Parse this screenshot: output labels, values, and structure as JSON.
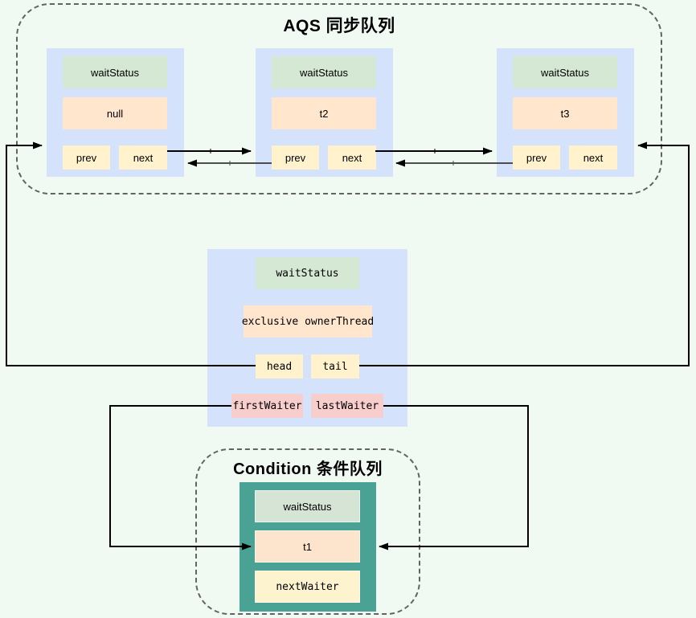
{
  "colors": {
    "background": "#f0faf3",
    "node_container_blue": "#d4e2fb",
    "wait_status_green": "#d5e8d4",
    "thread_orange": "#ffe6cc",
    "pointer_yellow": "#fff2cc",
    "waiter_pink": "#f8cecc",
    "condition_teal": "#4aa294",
    "arrow_black": "#000000",
    "arrow_gray": "#4d4d4d",
    "dashed_border_gray": "#636363"
  },
  "sync_queue": {
    "title": "AQS 同步队列",
    "nodes": [
      {
        "wait_status": "waitStatus",
        "thread": "null",
        "prev": "prev",
        "next": "next"
      },
      {
        "wait_status": "waitStatus",
        "thread": "t2",
        "prev": "prev",
        "next": "next"
      },
      {
        "wait_status": "waitStatus",
        "thread": "t3",
        "prev": "prev",
        "next": "next"
      }
    ]
  },
  "aqs_object": {
    "wait_status": "waitStatus",
    "owner": "exclusive ownerThread",
    "head": "head",
    "tail": "tail",
    "first_waiter": "firstWaiter",
    "last_waiter": "lastWaiter"
  },
  "condition_queue": {
    "title": "Condition 条件队列",
    "node": {
      "wait_status": "waitStatus",
      "thread": "t1",
      "next_waiter": "nextWaiter"
    }
  }
}
